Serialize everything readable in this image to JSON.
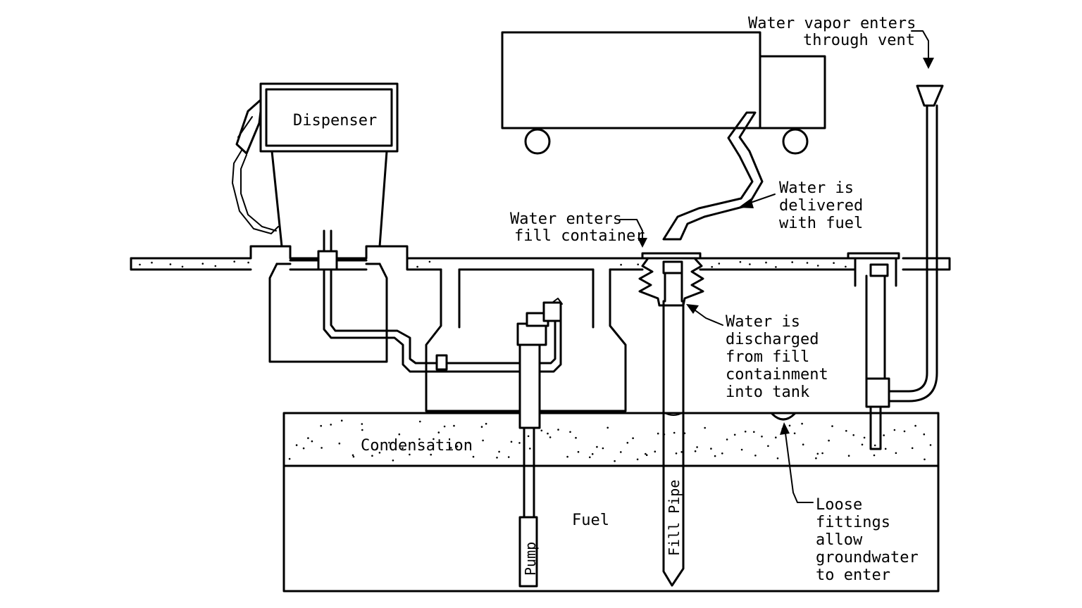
{
  "labels": {
    "dispenser": "Dispenser",
    "vapor_line1": "Water vapor enters",
    "vapor_line2": "through vent",
    "delivered_line1": "Water is",
    "delivered_line2": "delivered",
    "delivered_line3": "with fuel",
    "fill_container_line1": "Water enters",
    "fill_container_line2": "fill container",
    "discharged_line1": "Water is",
    "discharged_line2": "discharged",
    "discharged_line3": "from fill",
    "discharged_line4": "containment",
    "discharged_line5": "into tank",
    "condensation": "Condensation",
    "fuel": "Fuel",
    "pump": "Pump",
    "fill_pipe": "Fill Pipe",
    "loose_line1": "Loose",
    "loose_line2": "fittings",
    "loose_line3": "allow",
    "loose_line4": "groundwater",
    "loose_line5": "to enter"
  }
}
